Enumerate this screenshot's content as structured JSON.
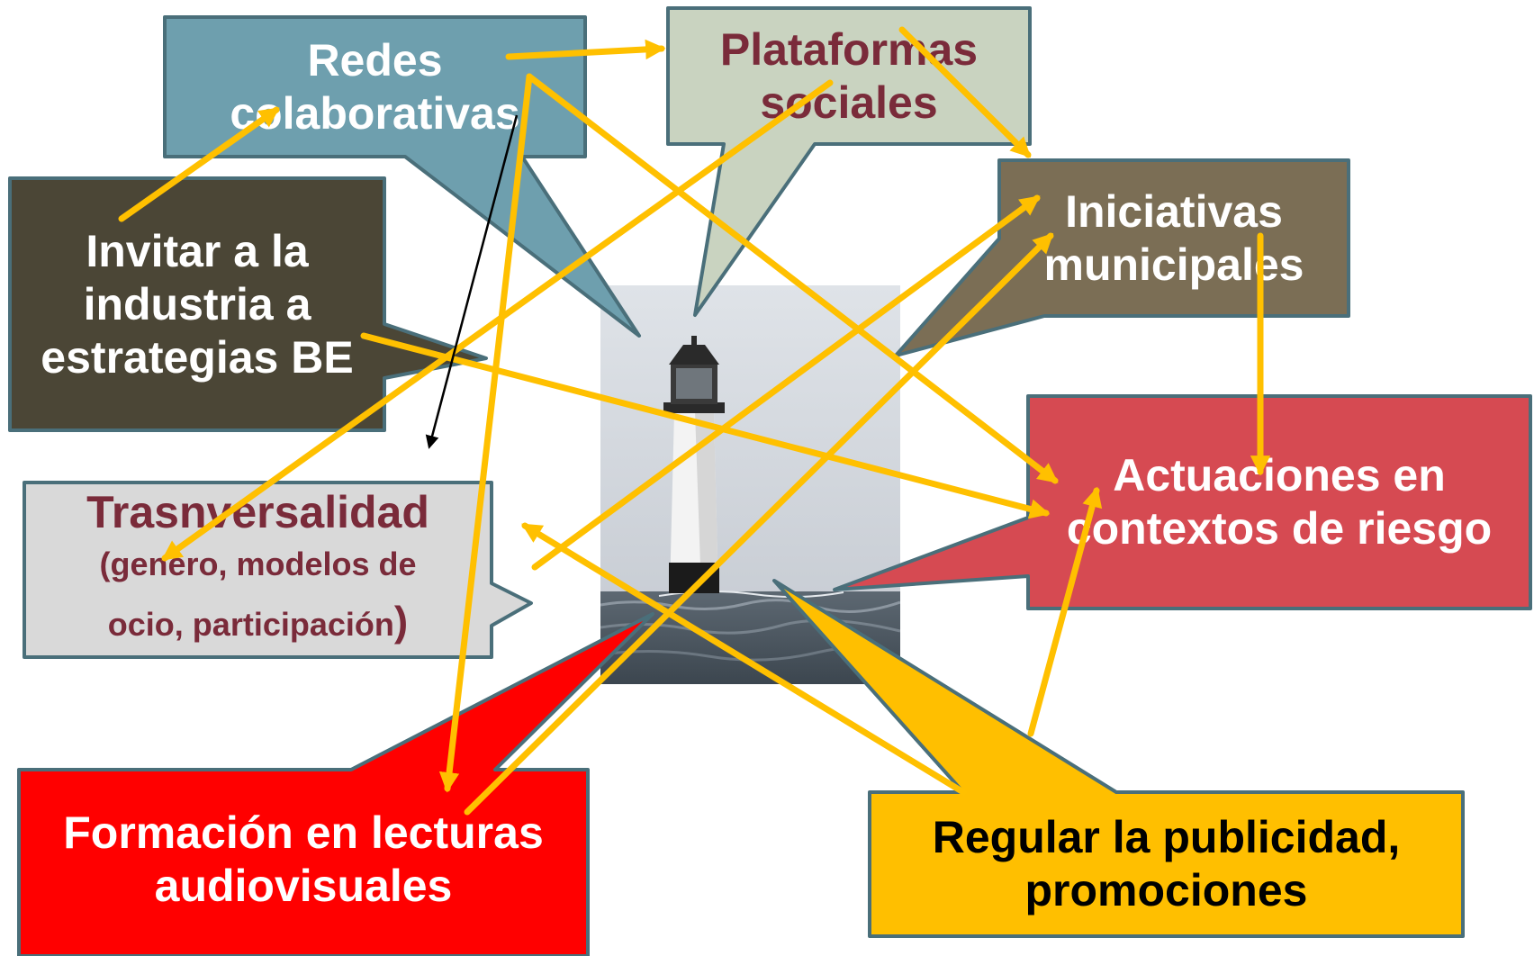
{
  "nodes": {
    "redes": {
      "line1": "Redes",
      "line2": "colaborativas",
      "fill": "#6e9fae",
      "text_color": "#ffffff"
    },
    "plataformas": {
      "line1": "Plataformas",
      "line2": "sociales",
      "fill": "#c9d3c0",
      "text_color": "#7a2b3a"
    },
    "iniciativas": {
      "line1": "Iniciativas",
      "line2": "municipales",
      "fill": "#7b6e55",
      "text_color": "#ffffff"
    },
    "invitar": {
      "line1": "Invitar a la",
      "line2": "industria a",
      "line3": "estrategias BE",
      "fill": "#4b4636",
      "text_color": "#ffffff"
    },
    "transversalidad": {
      "line1": "Trasnversalidad",
      "line2": "(genero, modelos de",
      "line3": "ocio, participación",
      "close_paren": ")",
      "fill": "#d9d9d9",
      "text_color": "#7a2b3a"
    },
    "actuaciones": {
      "line1": "Actuaciones en",
      "line2": "contextos de riesgo",
      "fill": "#d64a52",
      "text_color": "#ffffff"
    },
    "formacion": {
      "line1": "Formación en lecturas",
      "line2": "audiovisuales",
      "fill": "#ff0000",
      "text_color": "#ffffff"
    },
    "regular": {
      "line1": "Regular la publicidad,",
      "line2": "promociones",
      "fill": "#ffbf00",
      "text_color": "#000000"
    }
  },
  "colors": {
    "arrow": "#ffc000",
    "arrow_thin": "#000000",
    "border": "#4a6f7a"
  },
  "image": {
    "icon": "lighthouse-icon"
  }
}
